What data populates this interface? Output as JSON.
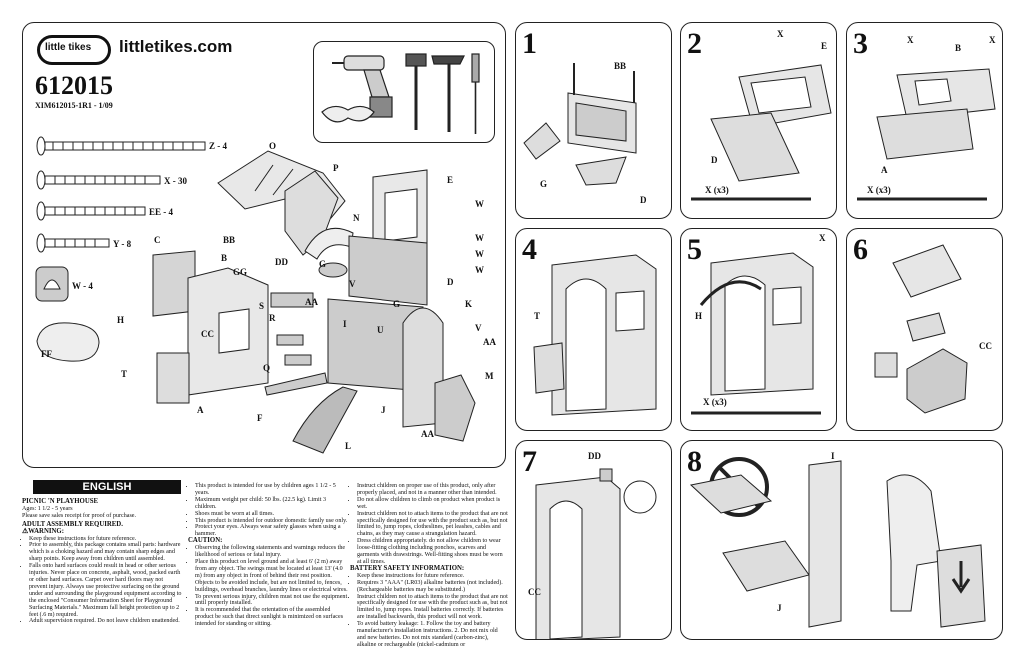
{
  "header": {
    "logo_text": "little tikes",
    "site": "littletikes.com",
    "model_number": "612015",
    "doc_code": "XIM612015-1R1 - 1/09"
  },
  "hardware": [
    {
      "label": "Z - 4"
    },
    {
      "label": "X - 30"
    },
    {
      "label": "EE - 4"
    },
    {
      "label": "Y - 8"
    },
    {
      "label": "W - 4"
    },
    {
      "label": "FF"
    }
  ],
  "part_labels": [
    "O",
    "P",
    "BB",
    "C",
    "B",
    "GG",
    "DD",
    "N",
    "E",
    "W",
    "W",
    "W",
    "W",
    "D",
    "G",
    "G",
    "S",
    "AA",
    "R",
    "V",
    "K",
    "I",
    "H",
    "CC",
    "U",
    "V",
    "AA",
    "Q",
    "T",
    "A",
    "F",
    "J",
    "M",
    "L",
    "AA"
  ],
  "steps": [
    {
      "number": "1",
      "labels": [
        "BB",
        "G",
        "D"
      ]
    },
    {
      "number": "2",
      "labels": [
        "X",
        "E",
        "D",
        "X (x3)"
      ]
    },
    {
      "number": "3",
      "labels": [
        "X",
        "B",
        "X",
        "A",
        "X (x3)"
      ]
    },
    {
      "number": "4",
      "labels": [
        "T"
      ]
    },
    {
      "number": "5",
      "labels": [
        "X",
        "H",
        "X (x3)"
      ]
    },
    {
      "number": "6",
      "labels": [
        "CC"
      ]
    },
    {
      "number": "7",
      "labels": [
        "DD",
        "CC"
      ]
    },
    {
      "number": "8",
      "labels": [
        "I",
        "J"
      ]
    }
  ],
  "instructions": {
    "language": "ENGLISH",
    "product": "PICNIC 'N PLAYHOUSE",
    "ages": "Ages: 1 1/2 - 5 years",
    "save": "Please save sales receipt for proof of purchase.",
    "adult_assembly": "ADULT ASSEMBLY REQUIRED.",
    "warning_title": "WARNING:",
    "col1": [
      "Keep these instructions for future reference.",
      "Prior to assembly, this package contains small parts: hardware which is a choking hazard and may contain sharp edges and sharp points. Keep away from children until assembled.",
      "Falls onto hard surfaces could result in head or other serious injuries. Never place on concrete, asphalt, wood, packed earth or other hard surfaces. Carpet over hard floors may not prevent injury. Always use protective surfacing on the ground under and surrounding the playground equipment according to the enclosed \"Consumer Information Sheet for Playground Surfacing Materials.\" Maximum fall height protection up to 2 feet (.6 m) required.",
      "Adult supervision required. Do not leave children unattended."
    ],
    "col2a": [
      "This product is intended for use by children ages 1 1/2 - 5 years.",
      "Maximum weight per child: 50 lbs. (22.5 kg). Limit 3 children.",
      "Shoes must be worn at all times.",
      "This product is intended for outdoor domestic family use only.",
      "Protect your eyes. Always wear safety glasses when using a hammer."
    ],
    "caution_title": "CAUTION:",
    "col2b": [
      "Observing the following statements and warnings reduces the likelihood of serious or fatal injury.",
      "Place this product on level ground and at least 6' (2 m) away from any object. The swings must be located at least 13' (4.0 m) from any object in front of behind their rest position. Objects to be avoided include, but are not limited to, fences, buildings, overhead branches, laundry lines or electrical wires.",
      "To prevent serious injury, children must not use the equipment until properly installed.",
      "It is recommended that the orientation of the assembled product be such that direct sunlight is minimized on surfaces intended for standing or sitting."
    ],
    "col3a": [
      "Instruct children on proper use of this product, only after properly placed, and not in a manner other than intended.",
      "Do not allow children to climb on product when product is wet.",
      "Instruct children not to attach items to the product that are not specifically designed for use with the product such as, but not limited to, jump ropes, clotheslines, pet leashes, cables and chains, as they may cause a strangulation hazard.",
      "Dress children appropriately. do not allow children to wear loose-fitting clothing including ponchos, scarves and garments with drawstrings. Well-fitting shoes must be worn at all times."
    ],
    "battery_title": "BATTERY SAFETY INFORMATION:",
    "col3b": [
      "Keep these instructions for future reference.",
      "Requires 3 \"AAA\" (LR03) alkaline batteries (not included). (Rechargeable batteries may be substituted.)",
      "Instruct children not to attach items to the product that are not specifically designed for use with the product such as, but not limited to, jump ropes. Install batteries correctly. If batteries are installed backwards, this product will not work.",
      "To avoid battery leakage: 1. Follow the toy and battery manufacturer's installation instructions. 2. Do not mix old and new batteries. Do not mix standard (carbon-zinc), alkaline or rechargeable (nickel-cadmium or"
    ]
  }
}
